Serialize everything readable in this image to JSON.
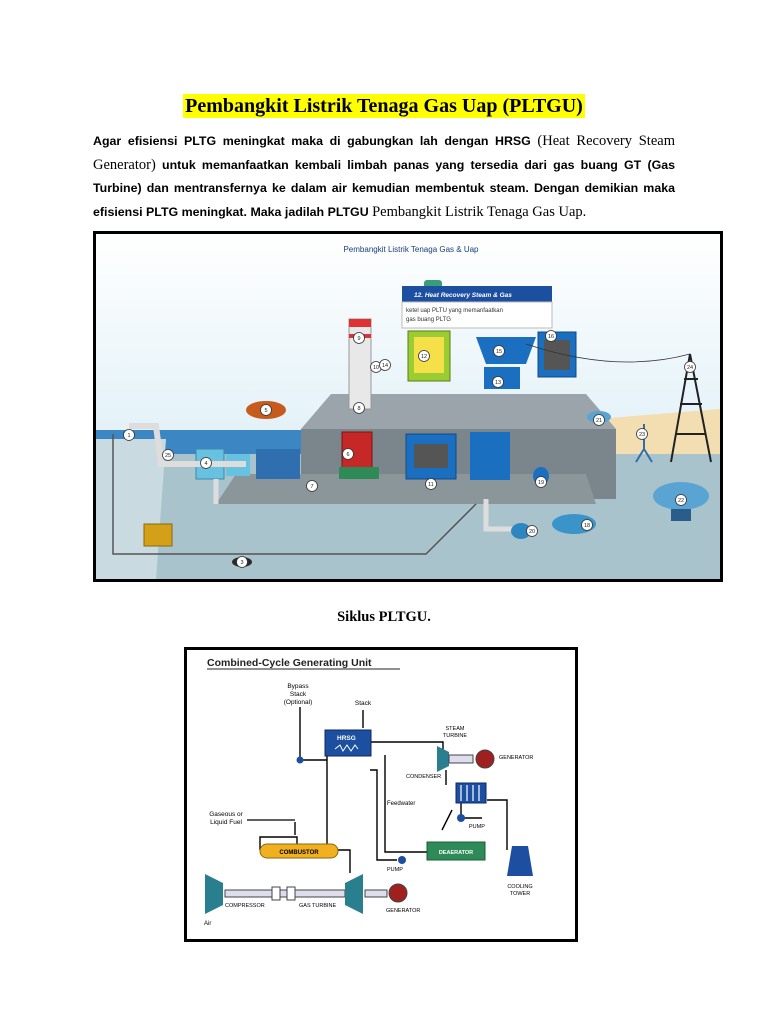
{
  "doc": {
    "title": "Pembangkit Listrik Tenaga Gas Uap (PLTGU)",
    "para": {
      "p1": "Agar efisiensi PLTG meningkat maka di gabungkan lah dengan HRSG",
      "p2": "(Heat Recovery Steam Generator)",
      "p3": "untuk memanfaatkan kembali limbah panas yang tersedia dari gas buang GT (Gas Turbine) dan mentransfernya ke dalam air kemudian membentuk steam. Dengan demikian maka efisiensi PLTG meningkat. Maka jadilah PLTGU",
      "p4": "Pembangkit Listrik Tenaga Gas Uap."
    },
    "caption1": "Siklus PLTGU."
  },
  "fig1": {
    "title": "Pembangkit  Listrik Tenaga Gas & Uap",
    "callout_title": "12. Heat Recovery Steam & Gas",
    "callout_line1": "ketel uap PLTU yang memanfaatkan",
    "callout_line2": "gas buang PLTG",
    "labels": [
      "1",
      "3",
      "4",
      "5",
      "6",
      "7",
      "8",
      "9",
      "10",
      "11",
      "12",
      "13",
      "14",
      "15",
      "16",
      "18",
      "19",
      "20",
      "21",
      "22",
      "23",
      "24",
      "25"
    ]
  },
  "fig2": {
    "title": "Combined-Cycle Generating Unit",
    "bypass1": "Bypass",
    "bypass2": "Stack",
    "bypass3": "(Optional)",
    "stack": "Stack",
    "hrsg": "HRSG",
    "steam1": "STEAM",
    "steam2": "TURBINE",
    "generator_top": "GENERATOR",
    "condenser": "CONDENSER",
    "feedwater": "Feedwater",
    "pump_right": "PUMP",
    "fuel1": "Gaseous or",
    "fuel2": "Liquid Fuel",
    "combustor": "COMBUSTOR",
    "deaerator": "DEAERATOR",
    "pump_left": "PUMP",
    "cooling1": "COOLING",
    "cooling2": "TOWER",
    "compressor": "COMPRESSOR",
    "gas_turbine": "GAS TURBINE",
    "generator_bottom": "GENERATOR",
    "air": "Air"
  }
}
